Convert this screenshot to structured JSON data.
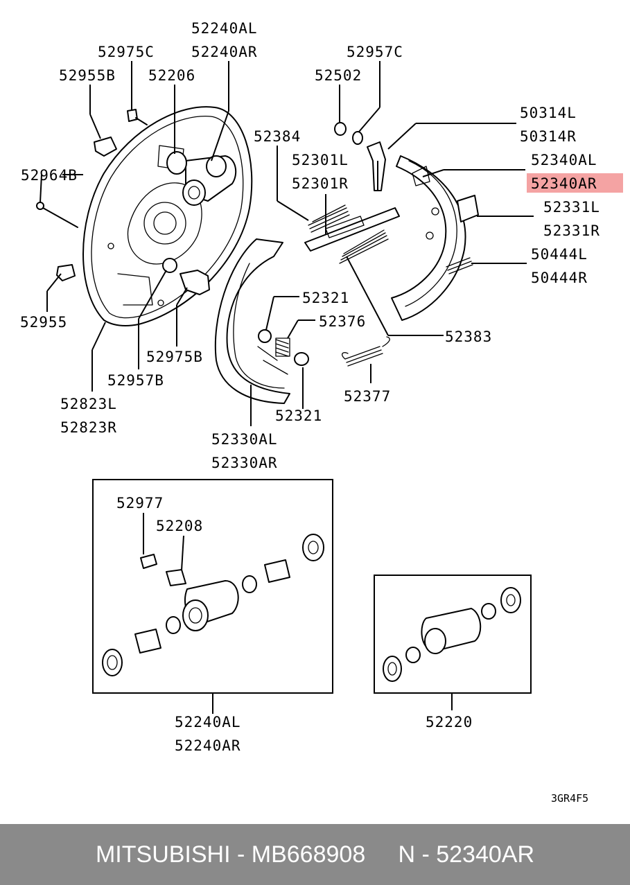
{
  "diagram": {
    "labels": {
      "l_52240AL_top": "52240AL",
      "l_52240AR_top": "52240AR",
      "l_52975C": "52975C",
      "l_52955B": "52955B",
      "l_52206": "52206",
      "l_52957C": "52957C",
      "l_52502": "52502",
      "l_50314L": "50314L",
      "l_50314R": "50314R",
      "l_52384": "52384",
      "l_52301L": "52301L",
      "l_52301R": "52301R",
      "l_52340AL": "52340AL",
      "l_52340AR": "52340AR",
      "l_52964B": "52964B",
      "l_52331L": "52331L",
      "l_52331R": "52331R",
      "l_50444L": "50444L",
      "l_50444R": "50444R",
      "l_52321_a": "52321",
      "l_52376": "52376",
      "l_52955": "52955",
      "l_52383": "52383",
      "l_52975B": "52975B",
      "l_52957B": "52957B",
      "l_52377": "52377",
      "l_52823L": "52823L",
      "l_52823R": "52823R",
      "l_52321_b": "52321",
      "l_52330AL": "52330AL",
      "l_52330AR": "52330AR",
      "l_52977": "52977",
      "l_52208": "52208",
      "l_52240AL_bot": "52240AL",
      "l_52240AR_bot": "52240AR",
      "l_52220": "52220",
      "code": "3GR4F5"
    },
    "highlight_color": "#f4a3a3"
  },
  "footer": {
    "text": "MITSUBISHI - MB668908     N - 52340AR",
    "background": "#8a8a8a"
  }
}
